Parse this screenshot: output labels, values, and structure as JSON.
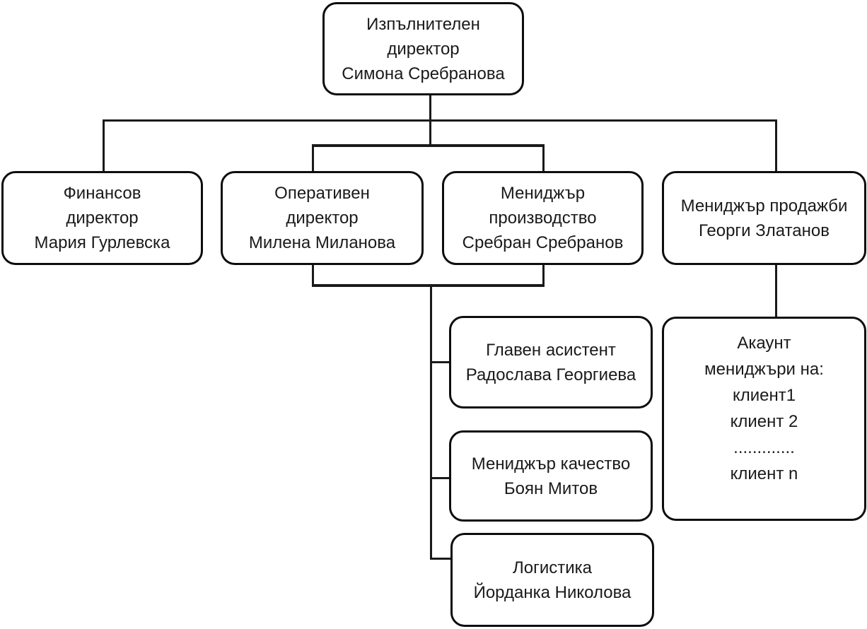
{
  "diagram": {
    "type": "org-chart",
    "language": "bg",
    "colors": {
      "background": "#ffffff",
      "box_fill": "#ffffff",
      "box_border": "#0d0d0d",
      "text": "#1a1a1a",
      "connector": "#1a1a1a"
    },
    "nodes": {
      "ceo": {
        "role": "Изпълнителен директор",
        "person": "Симона Сребранова",
        "lines": [
          "Изпълнителен",
          "директор",
          "Симона Сребранова"
        ]
      },
      "finance": {
        "role": "Финансов директор",
        "person": "Мария Гурлевска",
        "lines": [
          "Финансов",
          "директор",
          "Мария Гурлевска"
        ]
      },
      "operations": {
        "role": "Оперативен директор",
        "person": "Милена Миланова",
        "lines": [
          "Оперативен",
          "директор",
          "Милена Миланова"
        ]
      },
      "production": {
        "role": "Мениджър производство",
        "person": "Сребран Сребранов",
        "lines": [
          "Мениджър",
          "производство",
          "Сребран Сребранов"
        ]
      },
      "sales": {
        "role": "Мениджър продажби",
        "person": "Георги Златанов",
        "lines": [
          "Мениджър продажби",
          "Георги Златанов"
        ]
      },
      "assistant": {
        "role": "Главен асистент",
        "person": "Радослава Георгиева",
        "lines": [
          "Главен асистент",
          "Радослава Георгиева"
        ]
      },
      "quality": {
        "role": "Мениджър качество",
        "person": "Боян Митов",
        "lines": [
          "Мениджър качество",
          "Боян Митов"
        ]
      },
      "logistics": {
        "role": "Логистика",
        "person": "Йорданка Николова",
        "lines": [
          "Логистика",
          "Йорданка Николова"
        ]
      },
      "accounts": {
        "role": "Акаунт мениджъри",
        "lines": [
          "Акаунт",
          "мениджъри на:",
          "клиент1",
          "клиент 2",
          ".............",
          "клиент n"
        ]
      }
    },
    "edges": [
      [
        "ceo",
        "finance"
      ],
      [
        "ceo",
        "operations"
      ],
      [
        "ceo",
        "production"
      ],
      [
        "ceo",
        "sales"
      ],
      [
        "operations+production",
        "assistant"
      ],
      [
        "operations+production",
        "quality"
      ],
      [
        "operations+production",
        "logistics"
      ],
      [
        "sales",
        "accounts"
      ]
    ]
  }
}
